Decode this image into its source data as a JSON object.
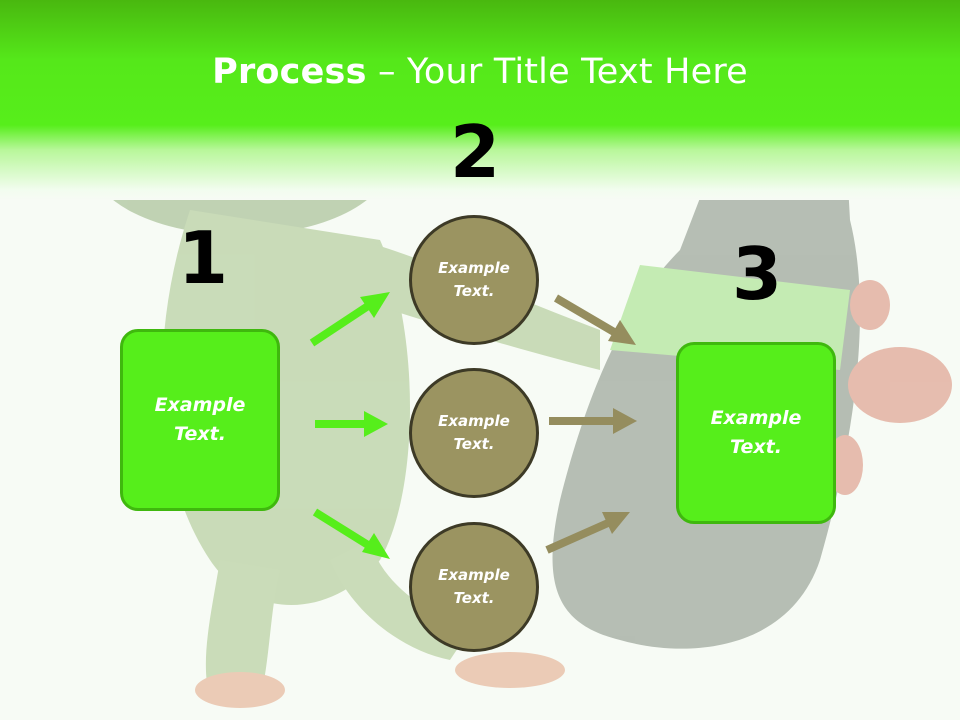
{
  "title": {
    "bold": "Process",
    "dash": " – ",
    "rest": "Your Title Text Here"
  },
  "steps": [
    {
      "number": "1",
      "box_text": "Example\nText."
    },
    {
      "number": "2",
      "circles": [
        "Example\nText.",
        "Example\nText.",
        "Example\nText."
      ]
    },
    {
      "number": "3",
      "box_text": "Example\nText."
    }
  ],
  "colors": {
    "accent_green": "#56ee1b",
    "box_border": "#3fb80e",
    "circle_fill": "#9b9461",
    "circle_border": "#3d3a26",
    "green_arrow": "#56ee1b",
    "olive_arrow": "#958d5e",
    "text_on_shapes": "#ffffff"
  },
  "background": {
    "subject": "frog holding a wine bottle",
    "opacity": "faded"
  }
}
